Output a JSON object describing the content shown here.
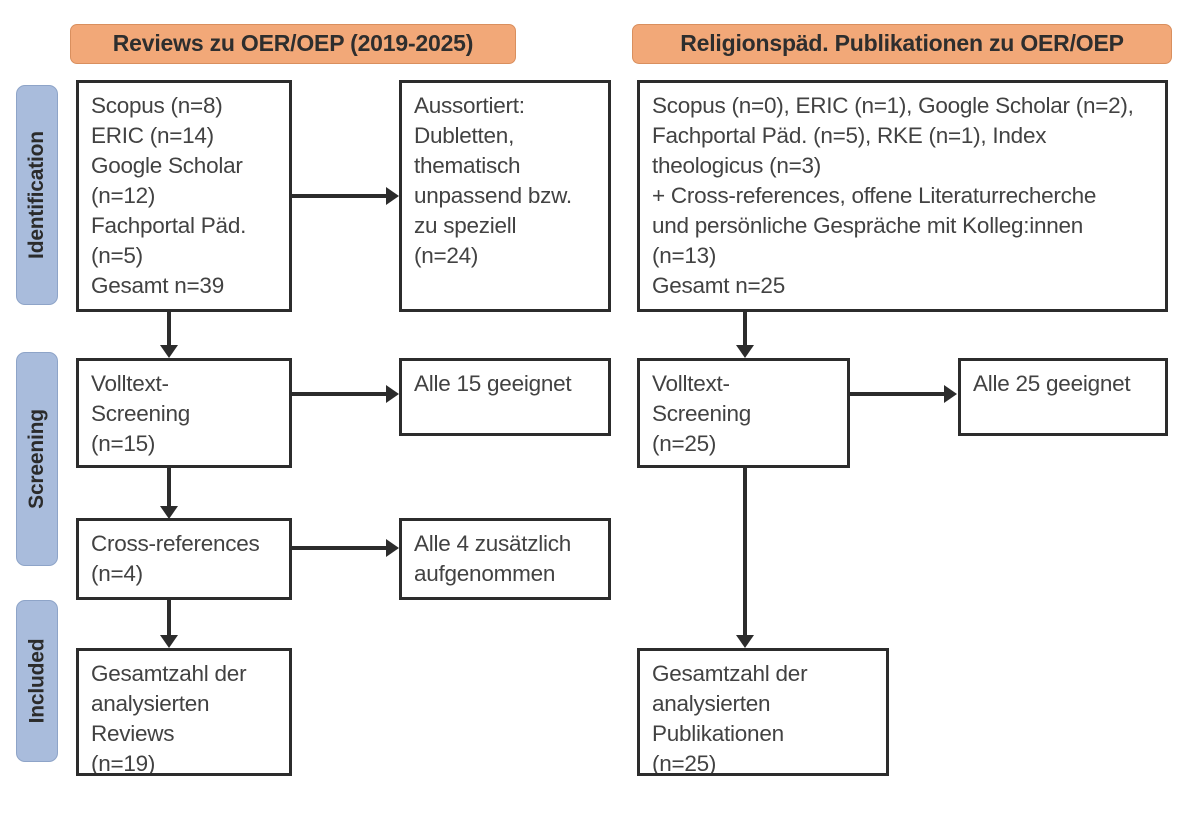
{
  "figure": {
    "type": "prisma-flow-diagram",
    "colors": {
      "banner_fill": "#F2A878",
      "stage_tab_fill": "#A9BCDC",
      "box_border": "#2C2C2C",
      "text": "#424242",
      "background": "#FFFFFF"
    }
  },
  "banners": {
    "left": "Reviews zu OER/OEP (2019-2025)",
    "right": "Religionspäd. Publikationen zu OER/OEP"
  },
  "stages": [
    {
      "id": "identification",
      "label": "Identification"
    },
    {
      "id": "screening",
      "label": "Screening"
    },
    {
      "id": "included",
      "label": "Included"
    }
  ],
  "left_column": {
    "identification_sources": [
      "Scopus (n=8)",
      "ERIC (n=14)",
      "Google Scholar",
      "(n=12)",
      "Fachportal Päd.",
      "(n=5)",
      "Gesamt n=39"
    ],
    "excluded": [
      "Aussortiert:",
      "Dubletten,",
      "thematisch",
      "unpassend bzw.",
      "zu speziell",
      "(n=24)"
    ],
    "screening": [
      "Volltext-",
      "Screening",
      "(n=15)"
    ],
    "screening_result": [
      "Alle 15 geeignet"
    ],
    "cross_references": [
      "Cross-references",
      "(n=4)"
    ],
    "cross_references_result": [
      "Alle 4 zusätzlich",
      "aufgenommen"
    ],
    "included": [
      "Gesamtzahl der",
      "analysierten",
      "Reviews",
      "(n=19)"
    ]
  },
  "right_column": {
    "identification_sources": [
      "Scopus (n=0), ERIC (n=1), Google Scholar (n=2),",
      "Fachportal Päd. (n=5), RKE (n=1), Index",
      "theologicus (n=3)",
      "+ Cross-references, offene Literaturrecherche",
      "und persönliche Gespräche mit Kolleg:innen",
      "(n=13)",
      "Gesamt n=25"
    ],
    "screening": [
      "Volltext-",
      "Screening",
      "(n=25)"
    ],
    "screening_result": [
      "Alle 25 geeignet"
    ],
    "included": [
      "Gesamtzahl der",
      "analysierten",
      "Publikationen",
      "(n=25)"
    ]
  },
  "counts": {
    "left_scopus": 8,
    "left_eric": 14,
    "left_google_scholar": 12,
    "left_fachportal": 5,
    "left_total_identified": 39,
    "left_excluded": 24,
    "left_fulltext_screened": 15,
    "left_fulltext_eligible": 15,
    "left_cross_references": 4,
    "left_cross_references_added": 4,
    "left_included": 19,
    "right_scopus": 0,
    "right_eric": 1,
    "right_google_scholar": 2,
    "right_fachportal": 5,
    "right_rke": 1,
    "right_index_theologicus": 3,
    "right_other_sources": 13,
    "right_total_identified": 25,
    "right_fulltext_screened": 25,
    "right_fulltext_eligible": 25,
    "right_included": 25
  }
}
